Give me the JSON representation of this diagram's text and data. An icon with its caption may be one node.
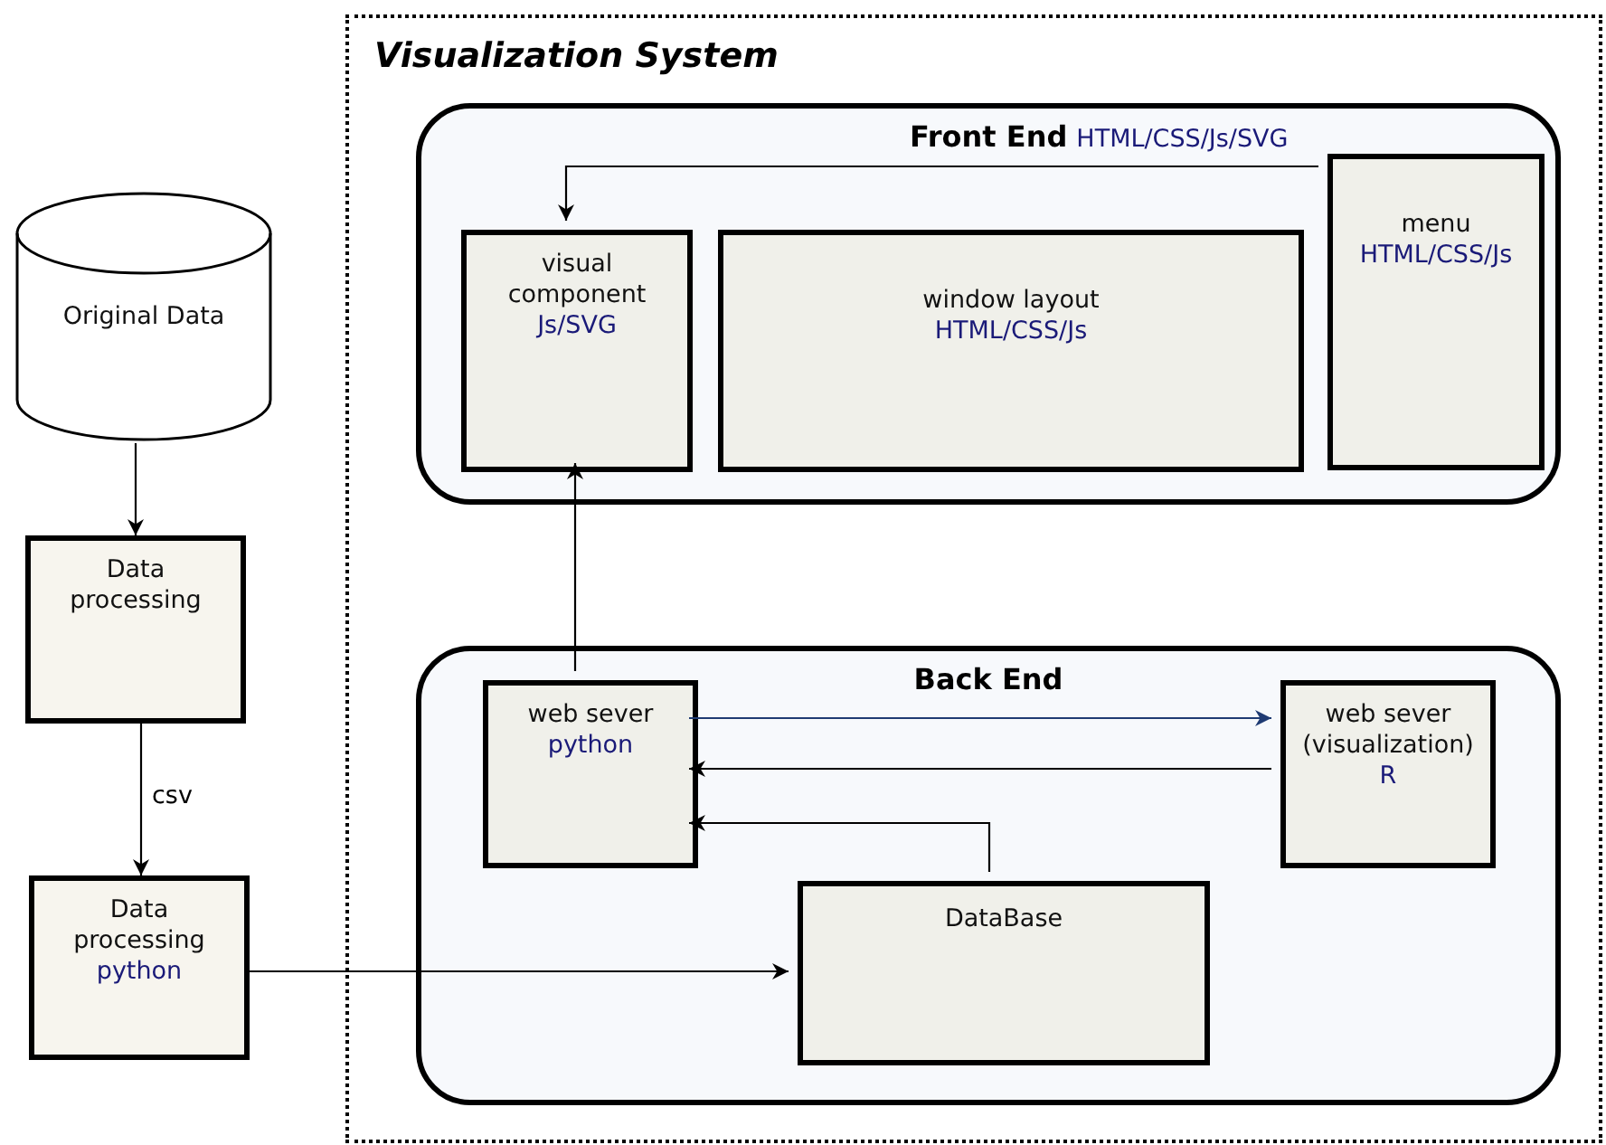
{
  "diagram": {
    "nodes": [
      {
        "text": [
          "Visualization System"
        ]
      },
      {
        "text": [
          "Front End",
          "HTML/CSS/Js/SVG"
        ],
        "in": 0
      },
      {
        "text": [
          "visual component",
          "Js/SVG"
        ],
        "in": 1
      },
      {
        "text": [
          "window layout",
          "HTML/CSS/Js"
        ],
        "in": 1
      },
      {
        "text": [
          "menu",
          "HTML/CSS/Js"
        ],
        "in": 1
      },
      {
        "text": [
          "Back End"
        ],
        "in": 0
      },
      {
        "text": [
          "web sever",
          "python"
        ],
        "in": 5
      },
      {
        "text": [
          "web sever (visualization)",
          "R"
        ],
        "in": 5
      },
      {
        "text": [
          "DataBase"
        ],
        "in": 5
      },
      {
        "text": [
          "Original Data"
        ]
      },
      {
        "text": [
          "Data processing"
        ]
      },
      {
        "text": [
          "Data processing",
          "python"
        ]
      }
    ],
    "edges": [
      {
        "from": 9,
        "to": 10,
        "arrow": "to"
      },
      {
        "from": 10,
        "to": 11,
        "arrow": "to",
        "label": "csv"
      },
      {
        "from": 11,
        "to": 8,
        "arrow": "to"
      },
      {
        "from": 6,
        "to": 2,
        "arrow": "to"
      },
      {
        "from": 6,
        "to": 7,
        "arrow": "to",
        "color": "#1f3b73"
      },
      {
        "from": 7,
        "to": 6,
        "arrow": "to"
      },
      {
        "from": 8,
        "to": 6,
        "arrow": "to"
      },
      {
        "from": 4,
        "to": 2,
        "arrow": "to"
      }
    ]
  }
}
